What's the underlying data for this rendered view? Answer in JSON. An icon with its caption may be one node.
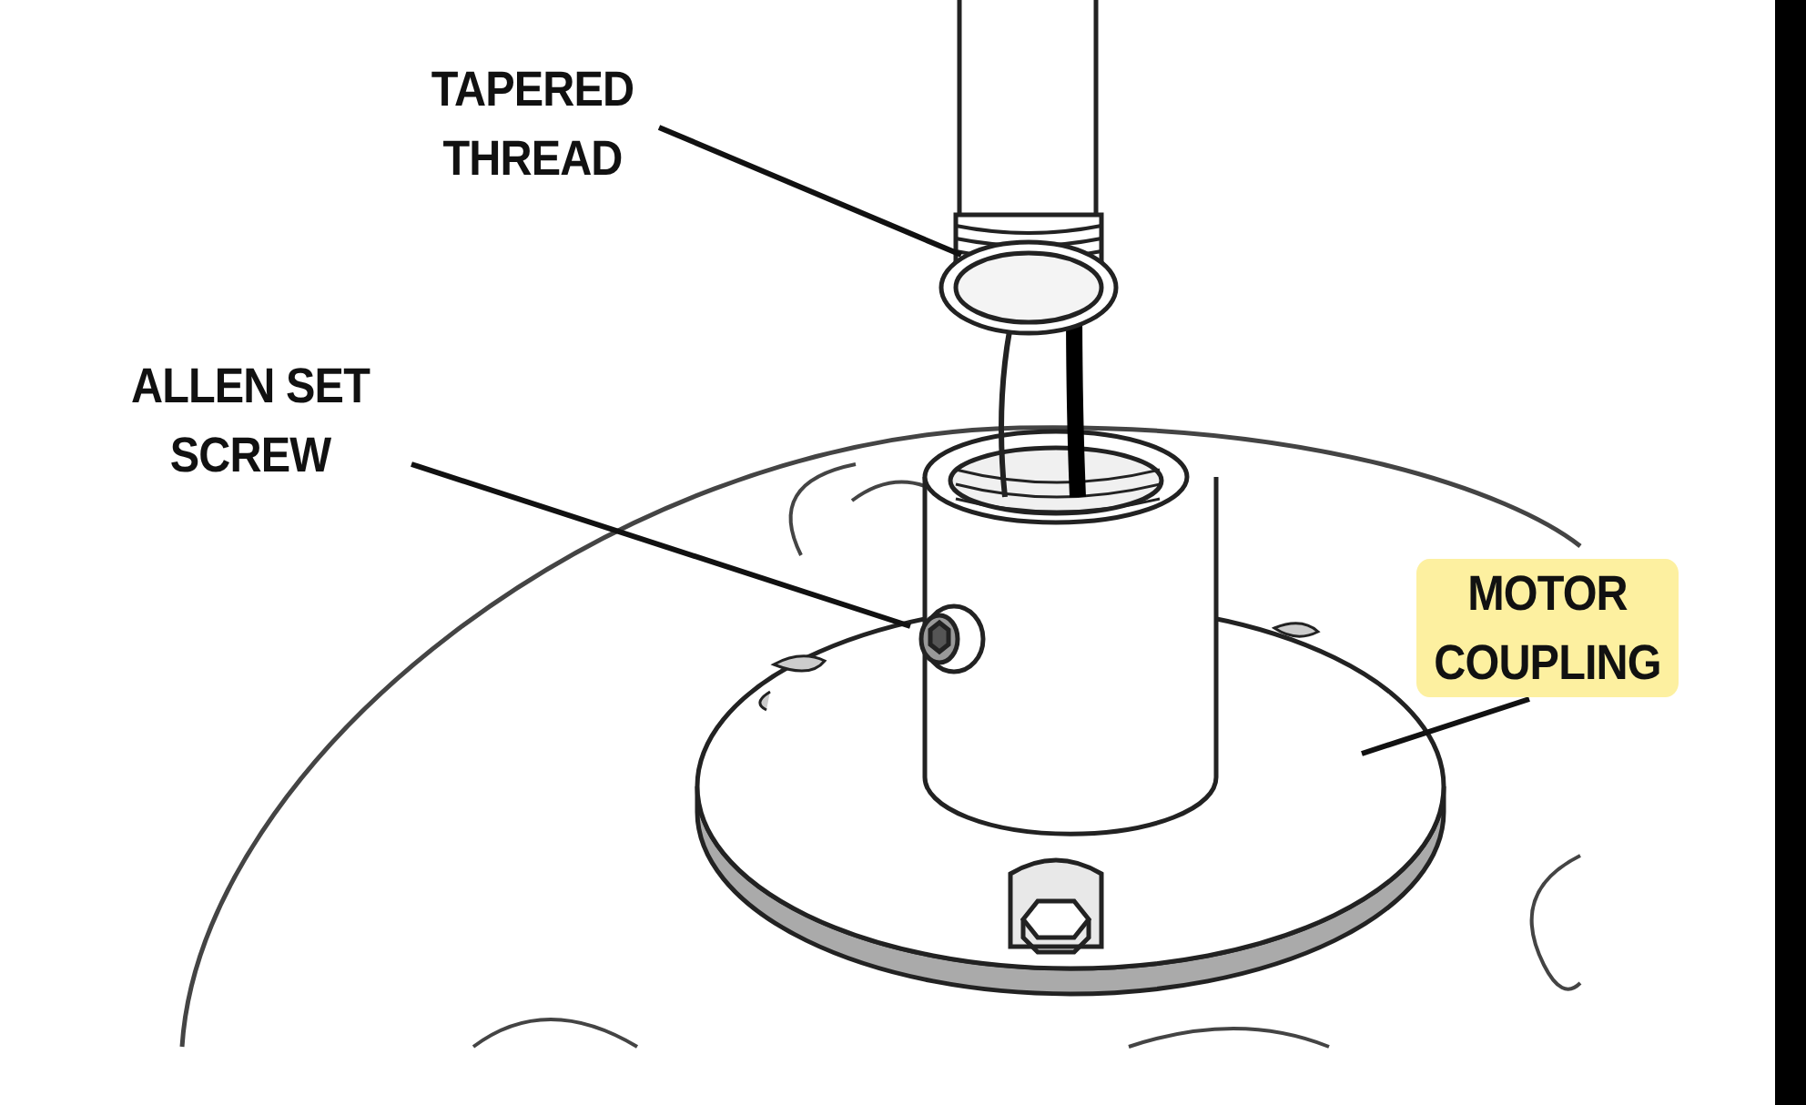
{
  "diagram": {
    "nodes": [
      {
        "text": [
          "TAPERED THREAD"
        ]
      },
      {
        "text": [],
        "shape": "picture"
      },
      {
        "text": [
          "ALLEN SET SCREW"
        ]
      },
      {
        "text": [],
        "shape": "picture",
        "in": 5
      },
      {
        "text": [
          "MOTOR COUPLING"
        ]
      },
      {
        "text": [],
        "shape": "picture"
      }
    ],
    "edges": [
      {
        "from": 0,
        "to": 1,
        "arrow": "none"
      },
      {
        "from": 2,
        "to": 3,
        "arrow": "none"
      },
      {
        "from": 4,
        "to": 5,
        "arrow": "none"
      }
    ]
  }
}
